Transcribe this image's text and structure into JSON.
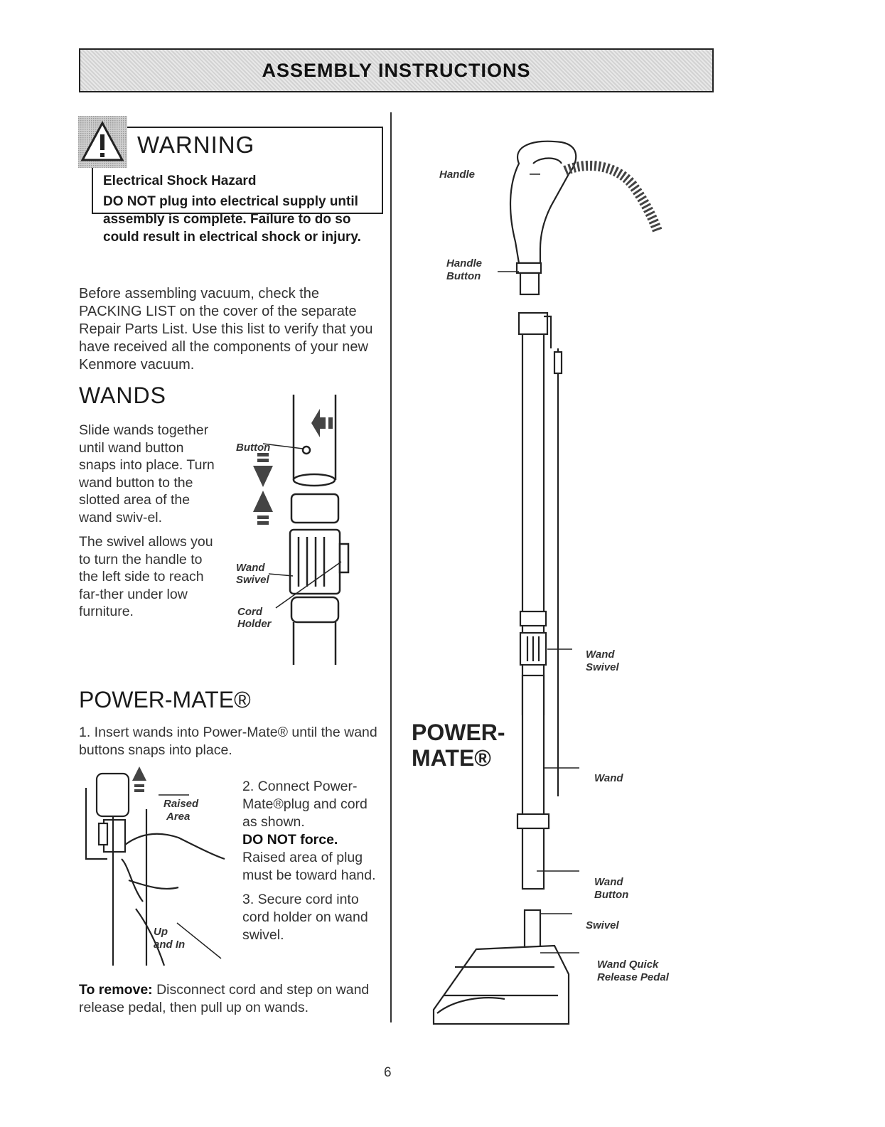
{
  "header": {
    "title": "ASSEMBLY INSTRUCTIONS"
  },
  "warning": {
    "title": "WARNING",
    "subtitle": "Electrical Shock Hazard",
    "body": "DO NOT plug into electrical supply until assembly is complete. Failure to do so could result in electrical shock or injury."
  },
  "intro": "Before assembling vacuum, check the PACKING LIST on the cover of the separate Repair Parts List. Use this list to verify that you have received all the components of your new Kenmore vacuum.",
  "wands": {
    "heading": "WANDS",
    "para1": "Slide wands together until wand button snaps into place. Turn wand button to the slotted area of the wand swiv-el.",
    "para2": "The swivel allows you to turn the handle to the left side to reach far-ther under low furniture.",
    "labels": {
      "button": "Button",
      "wand_swivel_1": "Wand",
      "wand_swivel_2": "Swivel",
      "cord_holder_1": "Cord",
      "cord_holder_2": "Holder"
    }
  },
  "power_mate": {
    "heading": "POWER-MATE®",
    "step1": "1. Insert wands into Power-Mate® until the wand buttons snaps into place.",
    "step2_text": "2. Connect Power-Mate®plug and cord as shown.",
    "step2_bold": "DO NOT force.",
    "step2_rest": "Raised area of plug must be toward hand.",
    "step3": "3. Secure cord into cord holder on wand swivel.",
    "remove_bold": "To remove:",
    "remove_text": "Disconnect cord and step on wand release pedal, then pull up on wands.",
    "labels": {
      "raised_1": "Raised",
      "raised_2": "Area",
      "up_1": "Up",
      "up_2": "and In"
    }
  },
  "diagram": {
    "heading_1": "POWER-",
    "heading_2": "MATE®",
    "labels": {
      "handle": "Handle",
      "handle_button_1": "Handle",
      "handle_button_2": "Button",
      "wand_swivel_1": "Wand",
      "wand_swivel_2": "Swivel",
      "wand": "Wand",
      "wand_button_1": "Wand",
      "wand_button_2": "Button",
      "swivel": "Swivel",
      "release_1": "Wand Quick",
      "release_2": "Release Pedal"
    }
  },
  "page_number": "6"
}
